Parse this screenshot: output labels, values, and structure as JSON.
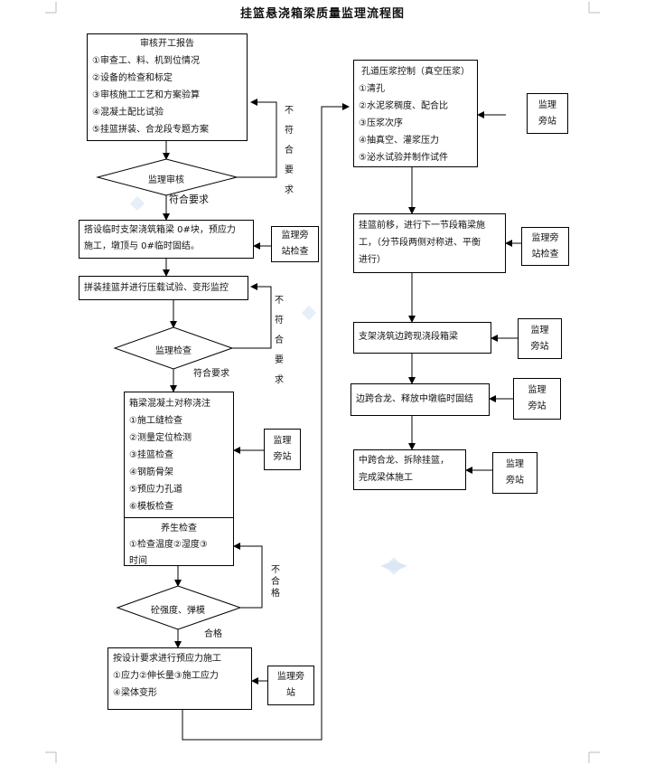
{
  "title": "挂篮悬浇箱梁质量监理流程图",
  "left": {
    "review_box": {
      "heading": "审核开工报告",
      "items": [
        "①审查工、料、机到位情况",
        "②设备的检查和标定",
        "③审核施工工艺和方案验算",
        "④混凝土配比试验",
        "⑤挂篮拼装、合龙段专题方案"
      ]
    },
    "diamond1": "监理审核",
    "reject1": "不符合要求",
    "pass1": "符合要求",
    "bracket_box": [
      "搭设临时支架浇筑箱梁 0#块，预应力",
      "施工，墩顶与 0#临时固结。"
    ],
    "side_check1": [
      "监理旁",
      "站检查"
    ],
    "assemble_box": "拼装挂篮并进行压载试验、变形监控",
    "diamond2": "监理检查",
    "reject2": "不符合要求",
    "pass2": "符合要求",
    "pour_box": {
      "heading": "箱梁混凝土对称浇注",
      "items": [
        "①施工缝检查",
        "②测量定位检测",
        "③挂篮检查",
        "④钢筋骨架",
        "⑤预应力孔道",
        "⑥模板检查"
      ]
    },
    "side_station1": [
      "监理",
      "旁站"
    ],
    "curing_box": {
      "heading": "养生检查",
      "items": [
        "①检查温度②湿度③",
        "时间"
      ]
    },
    "reject3": "不合格",
    "diamond3": "砼强度、弹模",
    "pass3": "合格",
    "prestress_box": {
      "heading": "按设计要求进行预应力施工",
      "items": [
        "①应力②伸长量③施工应力",
        "④梁体变形"
      ]
    },
    "side_station2": [
      "监理旁",
      "站"
    ]
  },
  "right": {
    "grout_box": {
      "heading": "孔道压浆控制（真空压浆）",
      "items": [
        "①清孔",
        "②水泥浆稠度、配合比",
        "③压浆次序",
        "④抽真空、灌浆压力",
        "⑤泌水试验并制作试件"
      ]
    },
    "side_station3": [
      "监理",
      "旁站"
    ],
    "advance_box": [
      "挂篮前移，进行下一节段箱梁施",
      "工，（分节段两侧对称进、平衡",
      "进行）"
    ],
    "side_check2": [
      "监理旁",
      "站检查"
    ],
    "side_span_box": "支架浇筑边跨现浇段箱梁",
    "side_station4": [
      "监理",
      "旁站"
    ],
    "closure_box": [
      "边跨合龙、释放中墩临时固结"
    ],
    "side_station5": [
      "监理",
      "旁站"
    ],
    "mid_box": [
      "中跨合龙、拆除挂篮，",
      "完成梁体施工"
    ],
    "side_station6": [
      "监理",
      "旁站"
    ]
  }
}
